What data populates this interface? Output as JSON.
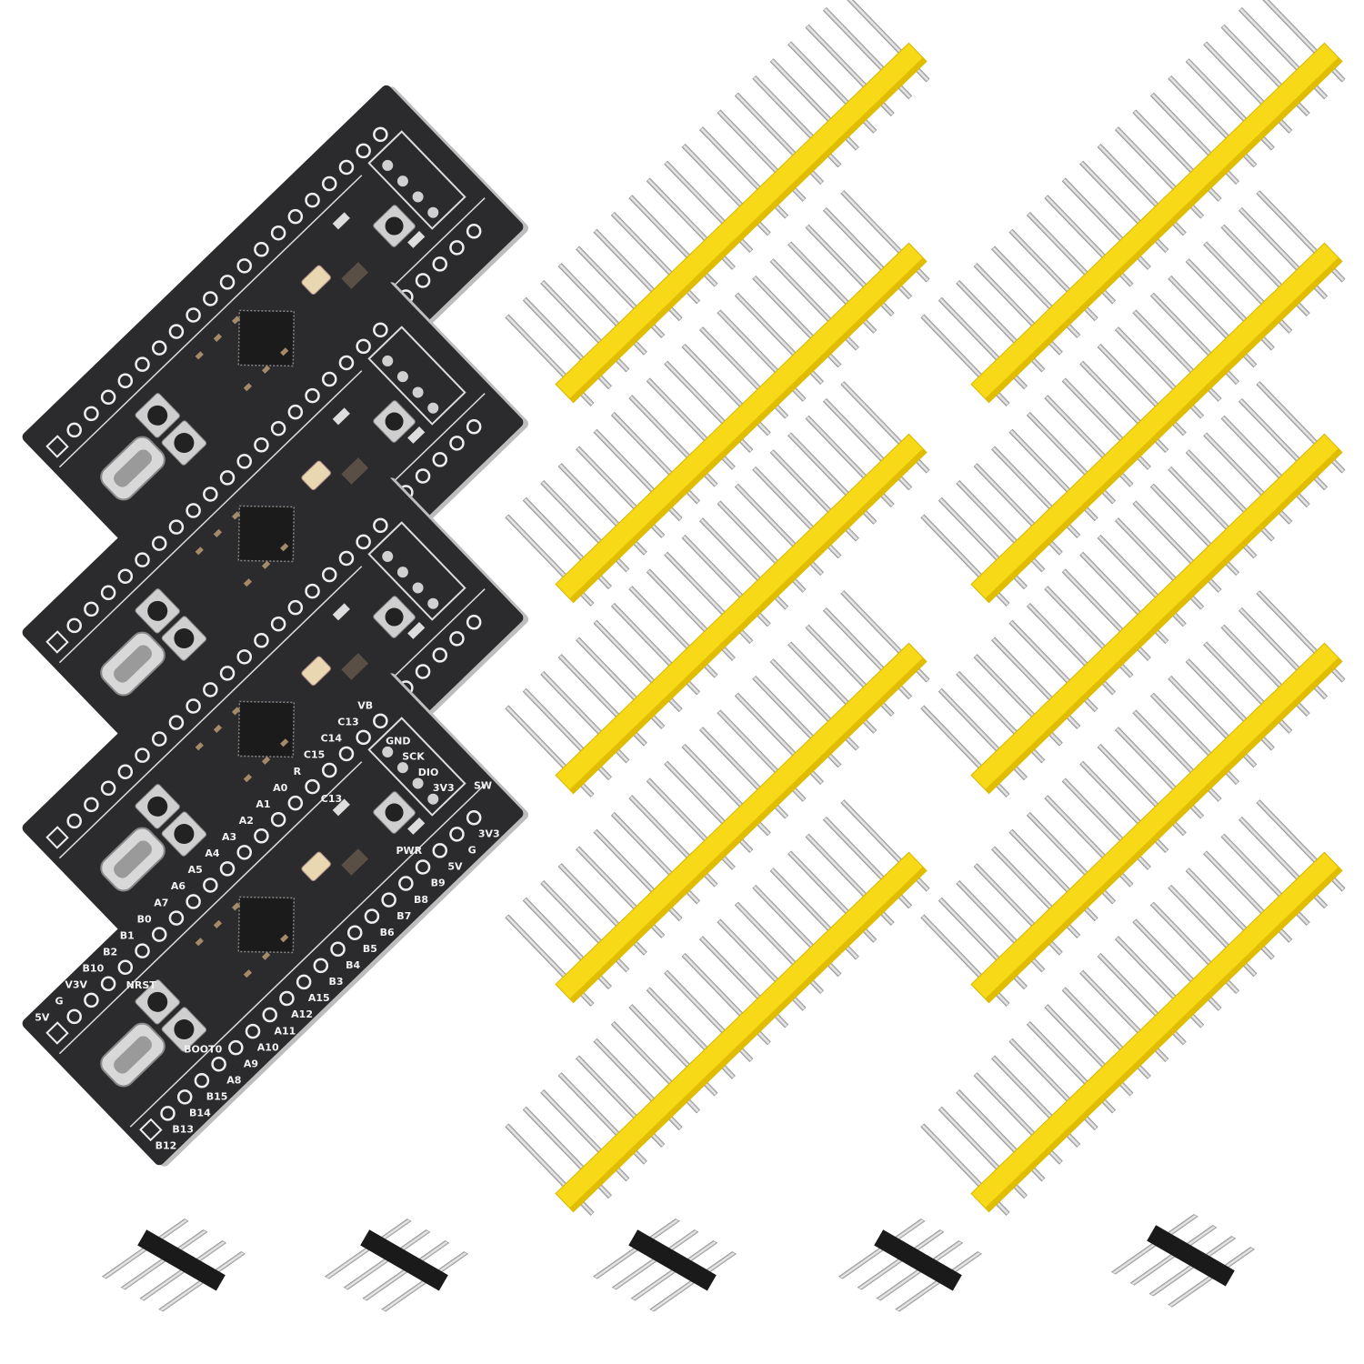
{
  "scene": {
    "background": "#ffffff",
    "boards": {
      "count": 4,
      "pcb_color": "#2b2b2d",
      "silkscreen_color": "#f2f2f2",
      "top_row_labels": [
        "5V",
        "G",
        "V3V",
        "B10",
        "B2",
        "B1",
        "B0",
        "A7",
        "A6",
        "A5",
        "A4",
        "A3",
        "A2",
        "A1",
        "A0",
        "R",
        "C15",
        "C14",
        "C13",
        "VB"
      ],
      "bottom_row_labels": [
        "B12",
        "B13",
        "B14",
        "B15",
        "A8",
        "A9",
        "A10",
        "A11",
        "A12",
        "A15",
        "B3",
        "B4",
        "B5",
        "B6",
        "B7",
        "B8",
        "B9",
        "5V",
        "G",
        "3V3"
      ],
      "swd_labels": [
        "GND",
        "SCK",
        "DIO",
        "3V3"
      ],
      "swd_title": "SW",
      "button_labels": {
        "reset": "NRST",
        "boot": "BOOT0"
      },
      "led_labels": {
        "user": "C13",
        "power": "PWR"
      }
    },
    "long_headers": {
      "count": 10,
      "pins_each": 20,
      "color": "#f7d917"
    },
    "short_headers": {
      "count": 5,
      "pins_each": 4,
      "color": "#1a1a1a"
    }
  }
}
